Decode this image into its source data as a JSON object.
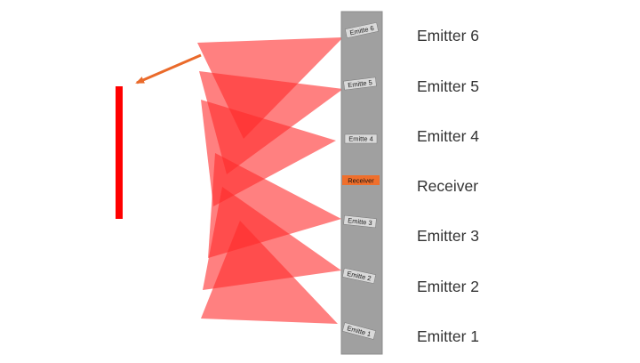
{
  "colors": {
    "beam": "#ff2b2b",
    "panel": "#a0a0a0",
    "chip": "#d9d9d9",
    "receiver": "#ef6f2c",
    "arrow": "#ea6a2a",
    "target": "#ff0000",
    "label_text": "#333333"
  },
  "panel": {
    "receiver_label": "Receiver",
    "emitters": [
      {
        "chip_label": "Emitte 6"
      },
      {
        "chip_label": "Emitte 5"
      },
      {
        "chip_label": "Emitte 4"
      },
      {
        "chip_label": "Emitte 3"
      },
      {
        "chip_label": "Emitte 2"
      },
      {
        "chip_label": "Emitte 1"
      }
    ]
  },
  "side_labels": [
    "Emitter 6",
    "Emitter 5",
    "Emitter 4",
    "Receiver",
    "Emitter 3",
    "Emitter 2",
    "Emitter 1"
  ]
}
